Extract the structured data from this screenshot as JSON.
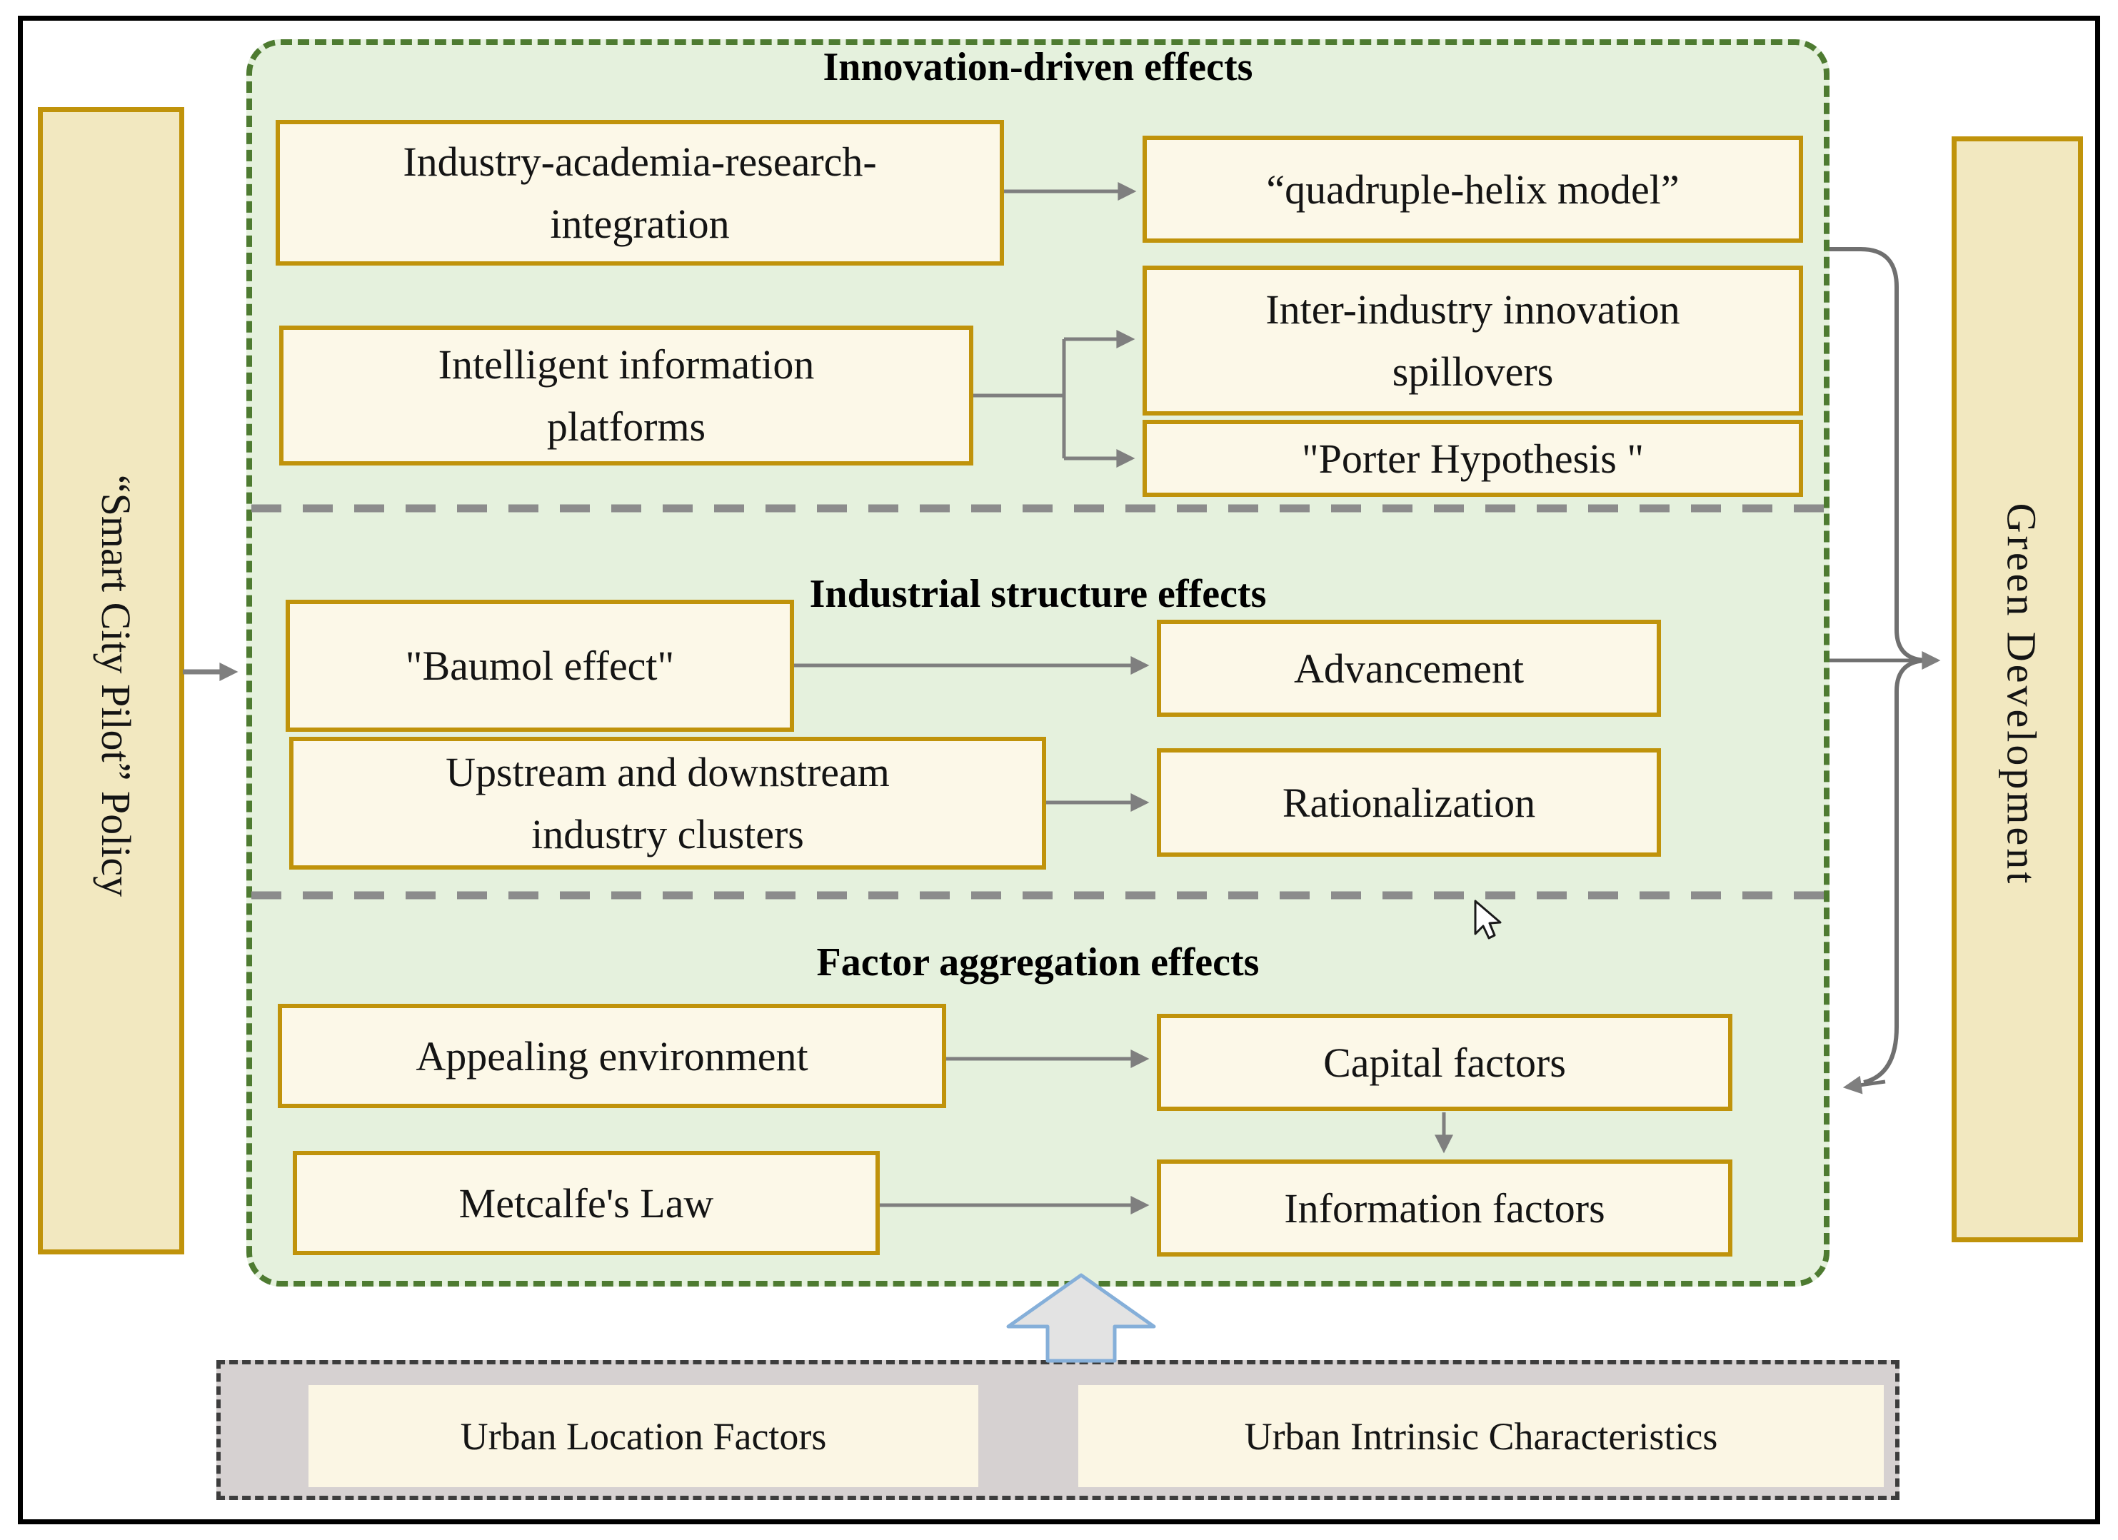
{
  "figure": {
    "left_label": "“Smart City Pilot” Policy",
    "right_label": "Green Development",
    "sections": [
      {
        "title": "Innovation-driven effects",
        "boxes": {
          "industry_academia": "Industry-academia-research-\nintegration",
          "quadruple_helix": "“quadruple-helix model”",
          "intelligent_platforms": "Intelligent information\nplatforms",
          "spillovers": "Inter-industry innovation\nspillovers",
          "porter": "\"Porter Hypothesis \""
        }
      },
      {
        "title": "Industrial structure effects",
        "boxes": {
          "baumol": "\"Baumol effect\"",
          "advancement": "Advancement",
          "upstream": "Upstream and downstream\nindustry clusters",
          "rationalization": "Rationalization"
        }
      },
      {
        "title": "Factor aggregation effects",
        "boxes": {
          "appealing": "Appealing environment",
          "capital": "Capital factors",
          "metcalfe": "Metcalfe's Law",
          "information": "Information factors"
        }
      }
    ],
    "bottom": {
      "urban_location": "Urban Location Factors",
      "urban_intrinsic": "Urban Intrinsic Characteristics"
    },
    "colors": {
      "panel_fill": "#E5F1DD",
      "panel_dash_green": "#4E7B31",
      "node_fill": "#FCF8E8",
      "node_border_gold": "#C0930B",
      "side_box_fill": "#F2E8C0",
      "connector_gray": "#7F7F7F",
      "separator_gray": "#8C8C8C",
      "block_arrow_stroke_blue": "#85AFD9",
      "block_arrow_fill": "#E3E3E3",
      "bottom_box_fill": "#D6D1D1",
      "bottom_box_border": "#3D3D3D",
      "outer_border": "#000000"
    }
  }
}
